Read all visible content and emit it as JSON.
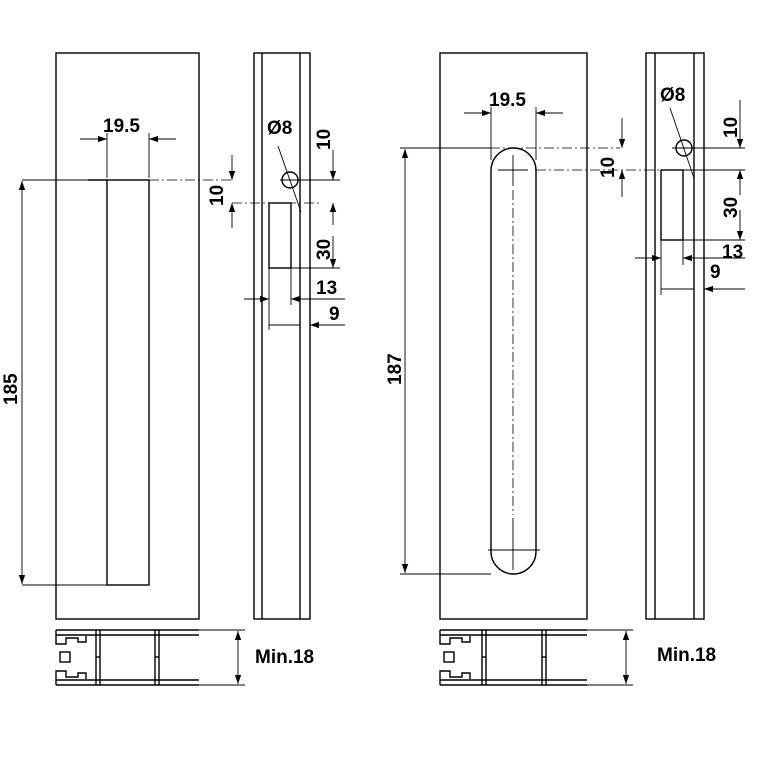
{
  "left_drawing": {
    "width_dim": "19.5",
    "offset_dim": "10",
    "length_dim": "185",
    "hole_dia": "Ø8",
    "hole_offset_dim": "10",
    "depth_dim": "30",
    "dim_13": "13",
    "dim_9": "9",
    "min_thickness": "Min.18"
  },
  "right_drawing": {
    "width_dim": "19.5",
    "offset_dim": "10",
    "length_dim": "187",
    "hole_dia": "Ø8",
    "hole_offset_dim": "10",
    "depth_dim": "30",
    "dim_13": "13",
    "dim_9": "9",
    "min_thickness": "Min.18"
  }
}
